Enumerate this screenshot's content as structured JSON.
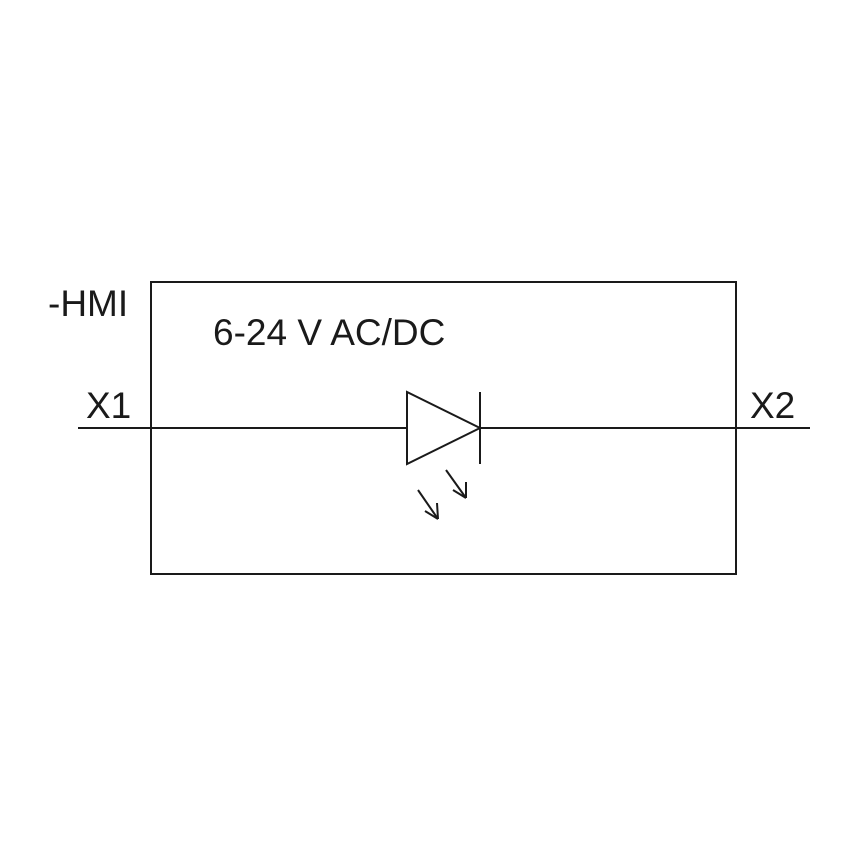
{
  "device_tag": "-HMI",
  "voltage_rating": "6-24 V AC/DC",
  "terminal_left": "X1",
  "terminal_right": "X2",
  "components": {
    "symbol": "led-diode-icon",
    "emission_symbol": "light-emission-arrows-icon"
  },
  "colors": {
    "line": "#1a1a1a",
    "background": "#ffffff"
  }
}
